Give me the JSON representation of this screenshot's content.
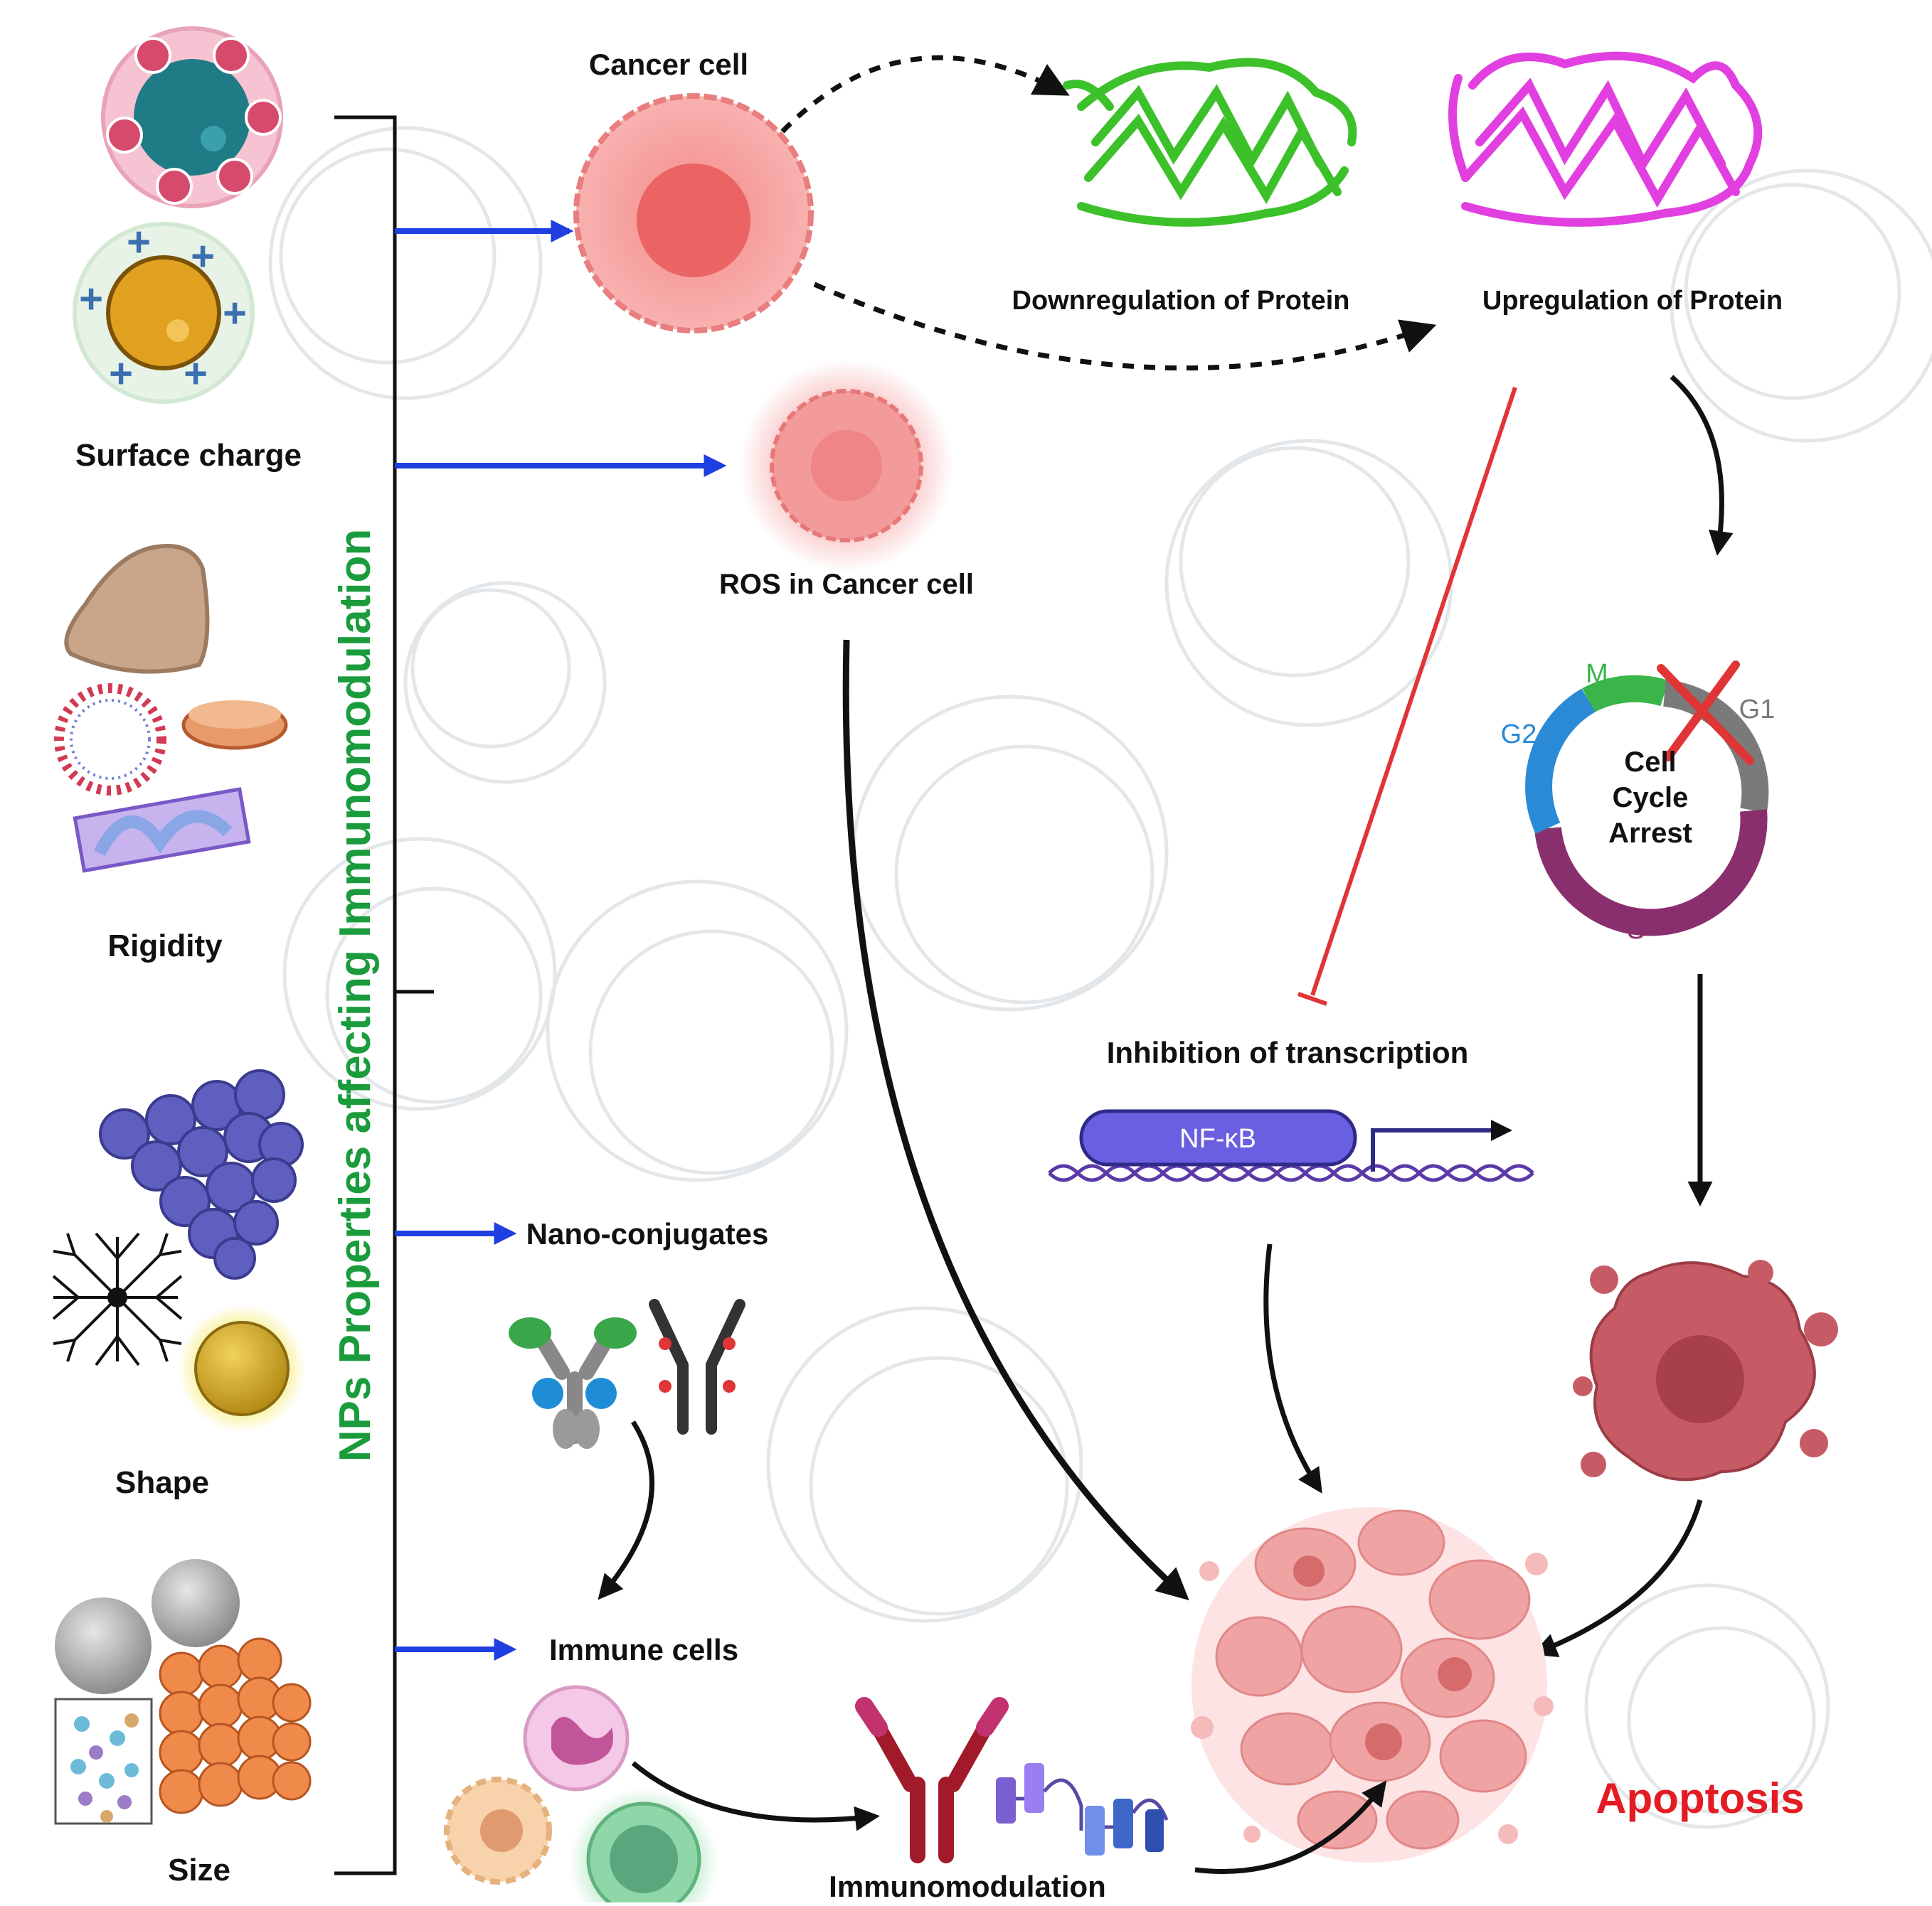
{
  "diagram": {
    "side_title": "NPs Properties affecting Immunomodulation",
    "properties": [
      {
        "label": "Surface charge"
      },
      {
        "label": "Rigidity"
      },
      {
        "label": "Shape"
      },
      {
        "label": "Size"
      }
    ],
    "nodes": {
      "cancer_cell": "Cancer cell",
      "ros": "ROS in Cancer cell",
      "downregulation": "Downregulation of Protein",
      "upregulation": "Upregulation of Protein",
      "inhibition": "Inhibition of transcription",
      "nfkb": "NF-κB",
      "nano_conjugates": "Nano-conjugates",
      "immune_cells": "Immune cells",
      "immunomodulation": "Immunomodulation",
      "apoptosis": "Apoptosis"
    },
    "cell_cycle": {
      "center": [
        "Cell",
        "Cycle",
        "Arrest"
      ],
      "phases": {
        "m": "M",
        "g1": "G1",
        "g2": "G2",
        "s": "S"
      }
    },
    "charge_signs": {
      "plus": "+"
    },
    "colors": {
      "side_title": "#1a9b3c",
      "arrow_blue": "#1f3fe0",
      "inhibit_red": "#e03535",
      "apoptosis": "#e31b23",
      "green_protein": "#3cc12a",
      "magenta_protein": "#e23fe0",
      "cycle_m": "#3ab54a",
      "cycle_g1": "#7a7a7a",
      "cycle_g2": "#2b8ad6",
      "cycle_s": "#8a2f6d",
      "nfkb_box": "#6a5fe0"
    }
  }
}
